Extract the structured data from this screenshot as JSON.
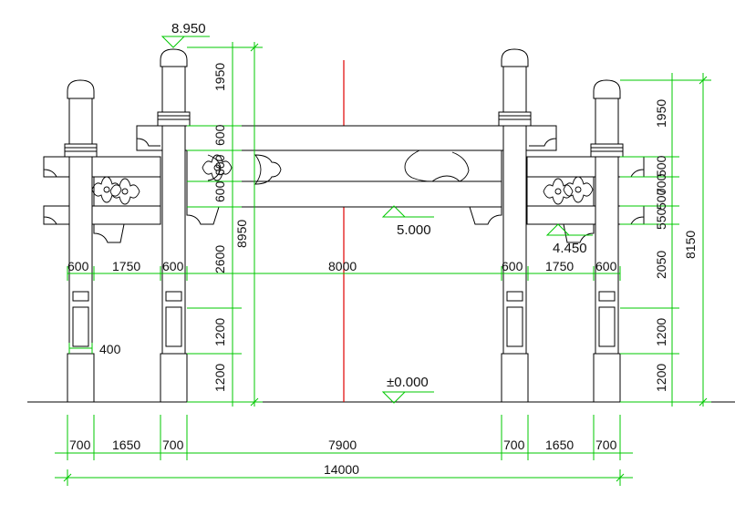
{
  "colors": {
    "outline": "#000000",
    "dimension": "#00c800",
    "axis": "#e00000",
    "background": "#ffffff"
  },
  "elevations": {
    "top": "8.950",
    "beam": "5.000",
    "side_beam": "4.450",
    "ground": "±0.000"
  },
  "dims": {
    "top_widths": [
      "600",
      "1750",
      "600",
      "8000",
      "600",
      "1750",
      "600"
    ],
    "bottom_widths": [
      "700",
      "1650",
      "700",
      "7900",
      "700",
      "1650",
      "700"
    ],
    "total_width": "14000",
    "inner_height": [
      "1950",
      "600",
      "600",
      "600",
      "2600",
      "1200",
      "1200"
    ],
    "inner_total": "8950",
    "right_height": [
      "1950",
      "500",
      "700",
      "500",
      "550",
      "2050",
      "1200",
      "1200"
    ],
    "right_total": "8150",
    "post_width": "400"
  }
}
